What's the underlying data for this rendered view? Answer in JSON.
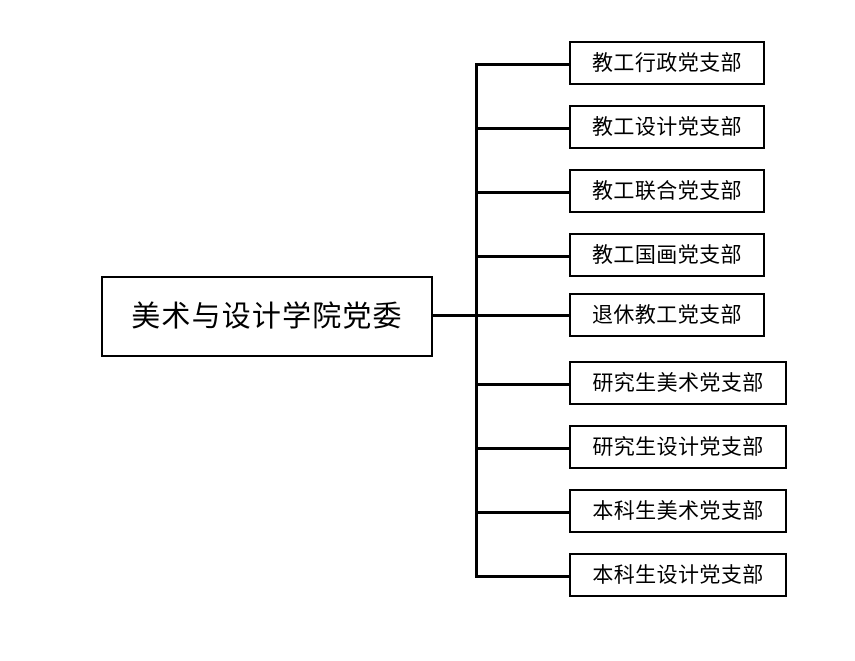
{
  "diagram": {
    "type": "organization-chart",
    "orientation": "left-to-right",
    "background_color": "#ffffff",
    "line_color": "#000000",
    "border_color": "#000000",
    "text_color": "#000000",
    "root": {
      "label": "美术与设计学院党委"
    },
    "branches": [
      {
        "label": "教工行政党支部",
        "width": "narrow"
      },
      {
        "label": "教工设计党支部",
        "width": "narrow"
      },
      {
        "label": "教工联合党支部",
        "width": "narrow"
      },
      {
        "label": "教工国画党支部",
        "width": "narrow"
      },
      {
        "label": "退休教工党支部",
        "width": "narrow"
      },
      {
        "label": "研究生美术党支部",
        "width": "wide"
      },
      {
        "label": "研究生设计党支部",
        "width": "wide"
      },
      {
        "label": "本科生美术党支部",
        "width": "wide"
      },
      {
        "label": "本科生设计党支部",
        "width": "wide"
      }
    ]
  }
}
